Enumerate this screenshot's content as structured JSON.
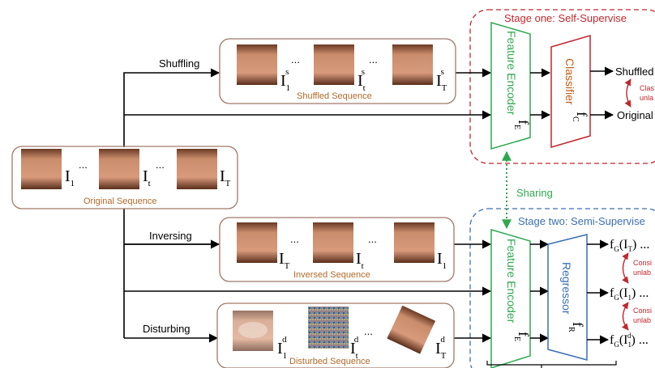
{
  "stage_one": {
    "title": "Stage one: Self-Supervise",
    "color": "#c0272d"
  },
  "stage_two": {
    "title": "Stage two: Semi-Supervise",
    "color": "#3a6fb5"
  },
  "branches": {
    "shuffling": "Shuffling",
    "inversing": "Inversing",
    "disturbing": "Disturbing"
  },
  "sequences": {
    "original": {
      "caption": "Original  Sequence",
      "labels": [
        [
          "I",
          "1",
          ""
        ],
        [
          "I",
          "t",
          ""
        ],
        [
          "I",
          "T",
          ""
        ]
      ]
    },
    "shuffled": {
      "caption": "Shuffled Sequence",
      "labels": [
        [
          "I",
          "1",
          "s"
        ],
        [
          "I",
          "t",
          "s"
        ],
        [
          "I",
          "T",
          "s"
        ]
      ]
    },
    "inversed": {
      "caption": "Inversed  Sequence",
      "labels": [
        [
          "I",
          "T",
          ""
        ],
        [
          "I",
          "t",
          ""
        ],
        [
          "I",
          "1",
          ""
        ]
      ]
    },
    "disturbed": {
      "caption": "Disturbed  Sequence",
      "labels": [
        [
          "I",
          "1",
          "d"
        ],
        [
          "I",
          "t",
          "d"
        ],
        [
          "I",
          "T",
          "d"
        ]
      ]
    }
  },
  "ellipsis": "...",
  "sharing": "Sharing",
  "modules": {
    "encoder": {
      "name": "Feature Encoder",
      "symbol": "f",
      "sub": "E",
      "color": "#2fa84f"
    },
    "classifier": {
      "name": "Classifier",
      "symbol": "f",
      "sub": "C",
      "color": "#c55a11"
    },
    "regressor": {
      "name": "Regressor",
      "symbol": "f",
      "sub": "R",
      "color": "#3a6fb5"
    }
  },
  "outputs_one": {
    "shuffled": "Shuffled",
    "original": "Original",
    "note_1": "Clas",
    "note_2": "unla"
  },
  "outputs_two": {
    "out_top": "f",
    "out_top_sub": "G",
    "out_top_arg": "(I",
    "out_top_arg_sub": "T",
    "out_top_close": ")",
    "out_mid_arg_sub": "1",
    "out_bot_arg_sub": "1",
    "out_bot_arg_sup": "d",
    "tail": "...",
    "note_a1": "Consi",
    "note_a2": "unlab",
    "note_b1": "Consi",
    "note_b2": "unlab"
  },
  "colors": {
    "box_border": "#a0796a",
    "caption": "#b06a2a",
    "note": "#c0272d",
    "arrow": "#000000"
  }
}
